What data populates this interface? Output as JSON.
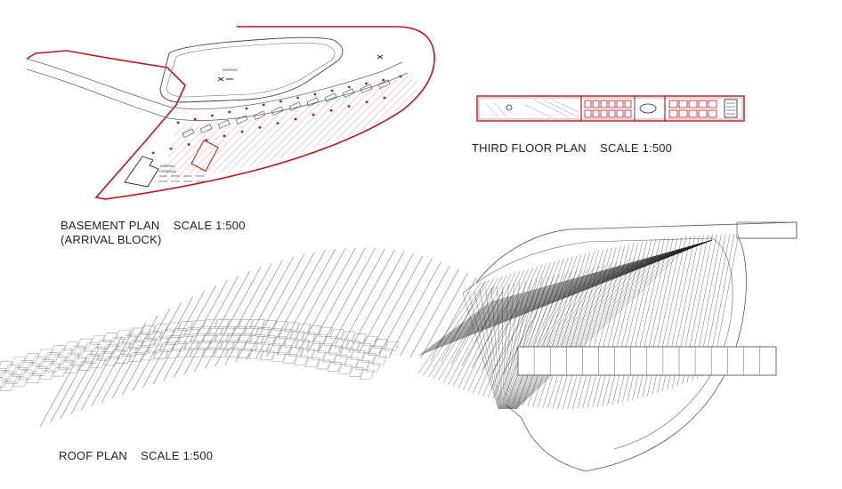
{
  "captions": {
    "basement_line1": "BASEMENT PLAN    SCALE 1:500",
    "basement_line2": "(ARRIVAL BLOCK)",
    "third_floor": "THIRD FLOOR PLAN    SCALE 1:500",
    "roof": "ROOF PLAN    SCALE 1:500"
  },
  "plan_labels": {
    "greens": "GREENS",
    "arrival_terminal_1": "ARRIVAL",
    "arrival_terminal_2": "TERMINAL"
  },
  "colors": {
    "outline_red": "#c0141b",
    "line": "#333333",
    "hatch_red": "#e7a3a3"
  }
}
